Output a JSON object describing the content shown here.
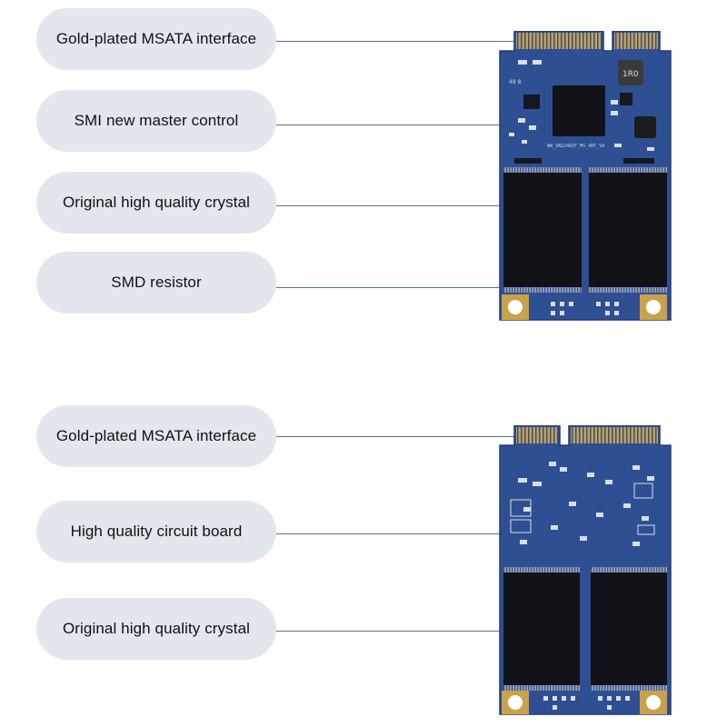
{
  "top_panel": {
    "callouts": [
      {
        "label": "Gold-plated MSATA interface"
      },
      {
        "label": "SMI new master control"
      },
      {
        "label": "Original high quality crystal"
      },
      {
        "label": "SMD resistor"
      }
    ],
    "pcb": {
      "controller_marking": "WW_SM2246XT_MS_4BT_VA",
      "inductor_marking": "1R0",
      "aux_marking": "48 8"
    }
  },
  "bottom_panel": {
    "callouts": [
      {
        "label": "Gold-plated MSATA interface"
      },
      {
        "label": "High quality circuit board"
      },
      {
        "label": "Original high quality crystal"
      }
    ]
  },
  "colors": {
    "pill_bg": "#e4e6ee",
    "leader_line": "#5b6f9a",
    "pcb_blue": "#2f4f93",
    "chip_black": "#111318",
    "gold": "#c9a24a"
  }
}
